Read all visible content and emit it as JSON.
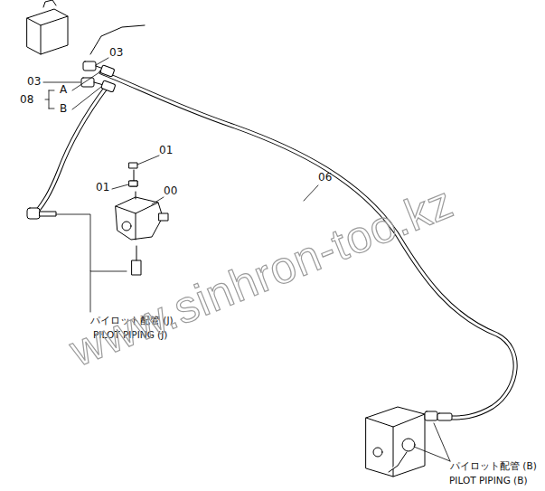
{
  "diagram": {
    "labels": [
      "03",
      "03",
      "08",
      "A",
      "B",
      "01",
      "01",
      "00",
      "06",
      "パイロット配管 (J)",
      "PILOT PIPING (J)",
      "パイロット配管 (B)",
      "PILOT PIPING (B)",
      "www.sinhron-too.kz"
    ]
  }
}
